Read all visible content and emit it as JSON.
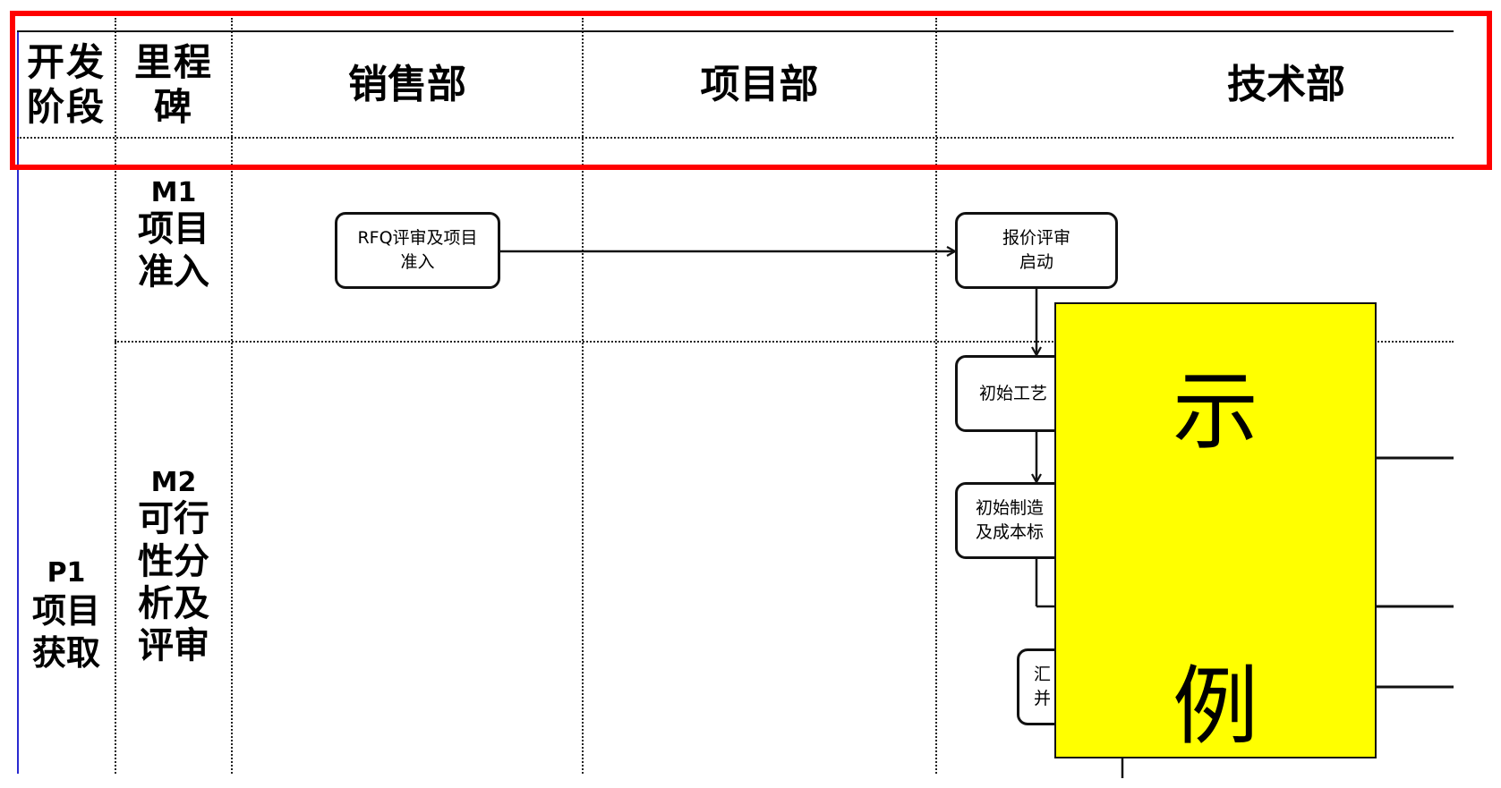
{
  "header": {
    "col_phase": "开发\n阶段",
    "col_milestone": "里程\n碑",
    "col_sales": "销售部",
    "col_project": "项目部",
    "col_tech": "技术部"
  },
  "phase": {
    "code": "P1",
    "name": "项目\n获取"
  },
  "milestones": [
    {
      "code": "M1",
      "name": "项目\n准入"
    },
    {
      "code": "M2",
      "name": "可行\n性分\n析及\n评审"
    }
  ],
  "boxes": {
    "rfq": "RFQ评审及项目\n准入",
    "quote": "报价评审\n启动",
    "process": "初始工艺",
    "manufacturing": "初始制造\n及成本标",
    "summary": "汇\n并"
  },
  "overlay": {
    "char1": "示",
    "char2": "例"
  },
  "colors": {
    "highlight_frame": "#ff0000",
    "sample_bg": "#ffff00"
  }
}
